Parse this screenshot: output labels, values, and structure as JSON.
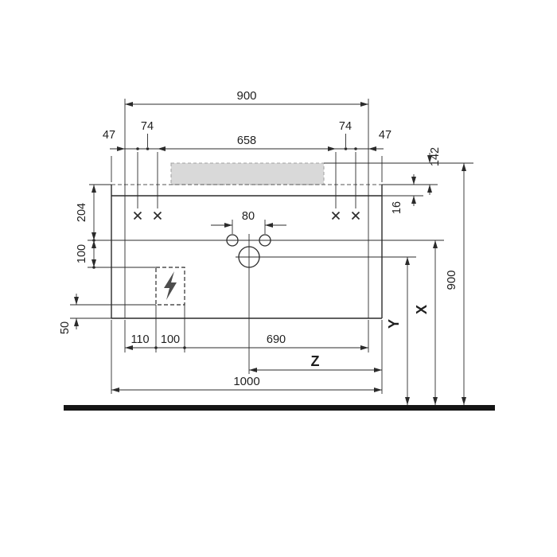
{
  "drawing": {
    "dims": {
      "cabinet_width": "900",
      "overhang_left": "47",
      "fixing_pair_left": "74",
      "fixing_span": "658",
      "fixing_pair_right": "74",
      "overhang_right": "47",
      "back_clearance": "142",
      "console_thickness": "16",
      "top_to_tap": "204",
      "tap_to_box": "100",
      "tap_spacing": "80",
      "box_to_bottom": "50",
      "bottom_offset": "110",
      "box_width": "100",
      "bottom_span": "690",
      "console_width": "1000",
      "total_height": "900",
      "var_x": "X",
      "var_y": "Y",
      "var_z": "Z"
    }
  }
}
